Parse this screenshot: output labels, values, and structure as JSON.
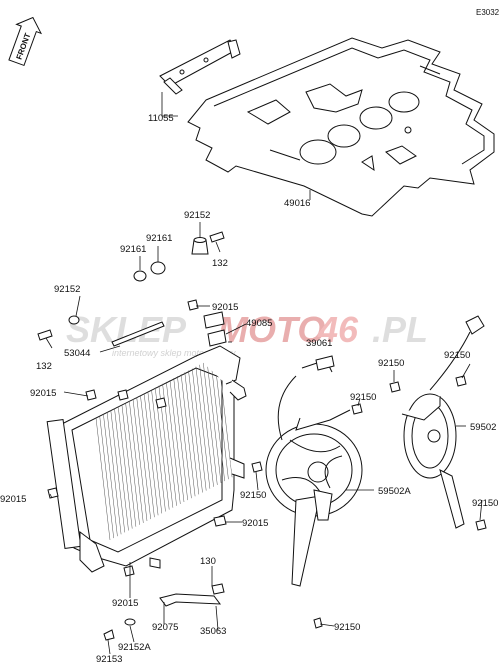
{
  "diagram": {
    "page_code": "E3032",
    "front_label": "FRONT",
    "watermark": {
      "brand_left": "SKLEP",
      "brand_moto": "MOTO",
      "brand_num": "46",
      "brand_tld": ".PL",
      "tagline": "internetowy sklep motocyklowy"
    },
    "part_labels": [
      "11055",
      "49016",
      "92152",
      "92161",
      "92161",
      "132",
      "92152",
      "92015",
      "49085",
      "39061",
      "53044",
      "132",
      "92015",
      "92150",
      "92150",
      "92150",
      "59502",
      "92150",
      "59502A",
      "92150",
      "92015",
      "92015",
      "130",
      "92075",
      "35063",
      "92152A",
      "92153",
      "92150",
      "92015"
    ]
  }
}
